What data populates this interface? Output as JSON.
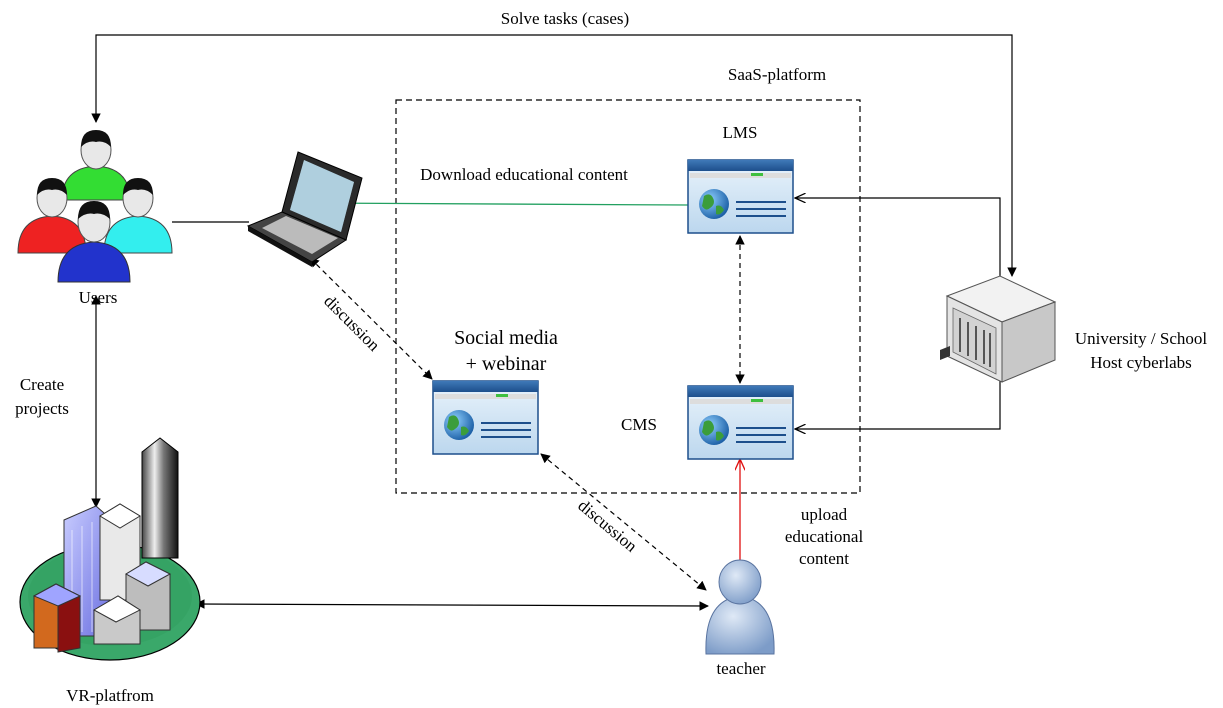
{
  "labels": {
    "solve_tasks": "Solve tasks (cases)",
    "saas_platform": "SaaS-platform",
    "lms": "LMS",
    "download_content": "Download educational content",
    "users": "Users",
    "discussion_top": "discussion",
    "social_line1": "Social media",
    "social_line2": "+ webinar",
    "cms": "CMS",
    "university_line1": "University / School",
    "university_line2": "Host cyberlabs",
    "create_line1": "Create",
    "create_line2": "projects",
    "discussion_bottom": "discussion",
    "upload_line1": "upload",
    "upload_line2": "educational",
    "upload_line3": "content",
    "teacher": "teacher",
    "vr_platform": "VR-platfrom"
  },
  "icons": {
    "users": "users-group-icon",
    "laptop": "laptop-icon",
    "lms_window": "browser-globe-window-icon",
    "cms_window": "browser-globe-window-icon",
    "social_window": "browser-globe-window-icon",
    "server": "server-icon",
    "teacher": "person-icon",
    "vr": "city-buildings-icon"
  },
  "colors": {
    "download_arrow": "#22a060",
    "upload_arrow": "#e01010",
    "line": "#000000",
    "user_green": "#33dd33",
    "user_red": "#ee2222",
    "user_cyan": "#33eeee",
    "user_blue": "#2233cc",
    "teacher_blue": "#9bb5d8",
    "island_green": "#3aa86a"
  }
}
